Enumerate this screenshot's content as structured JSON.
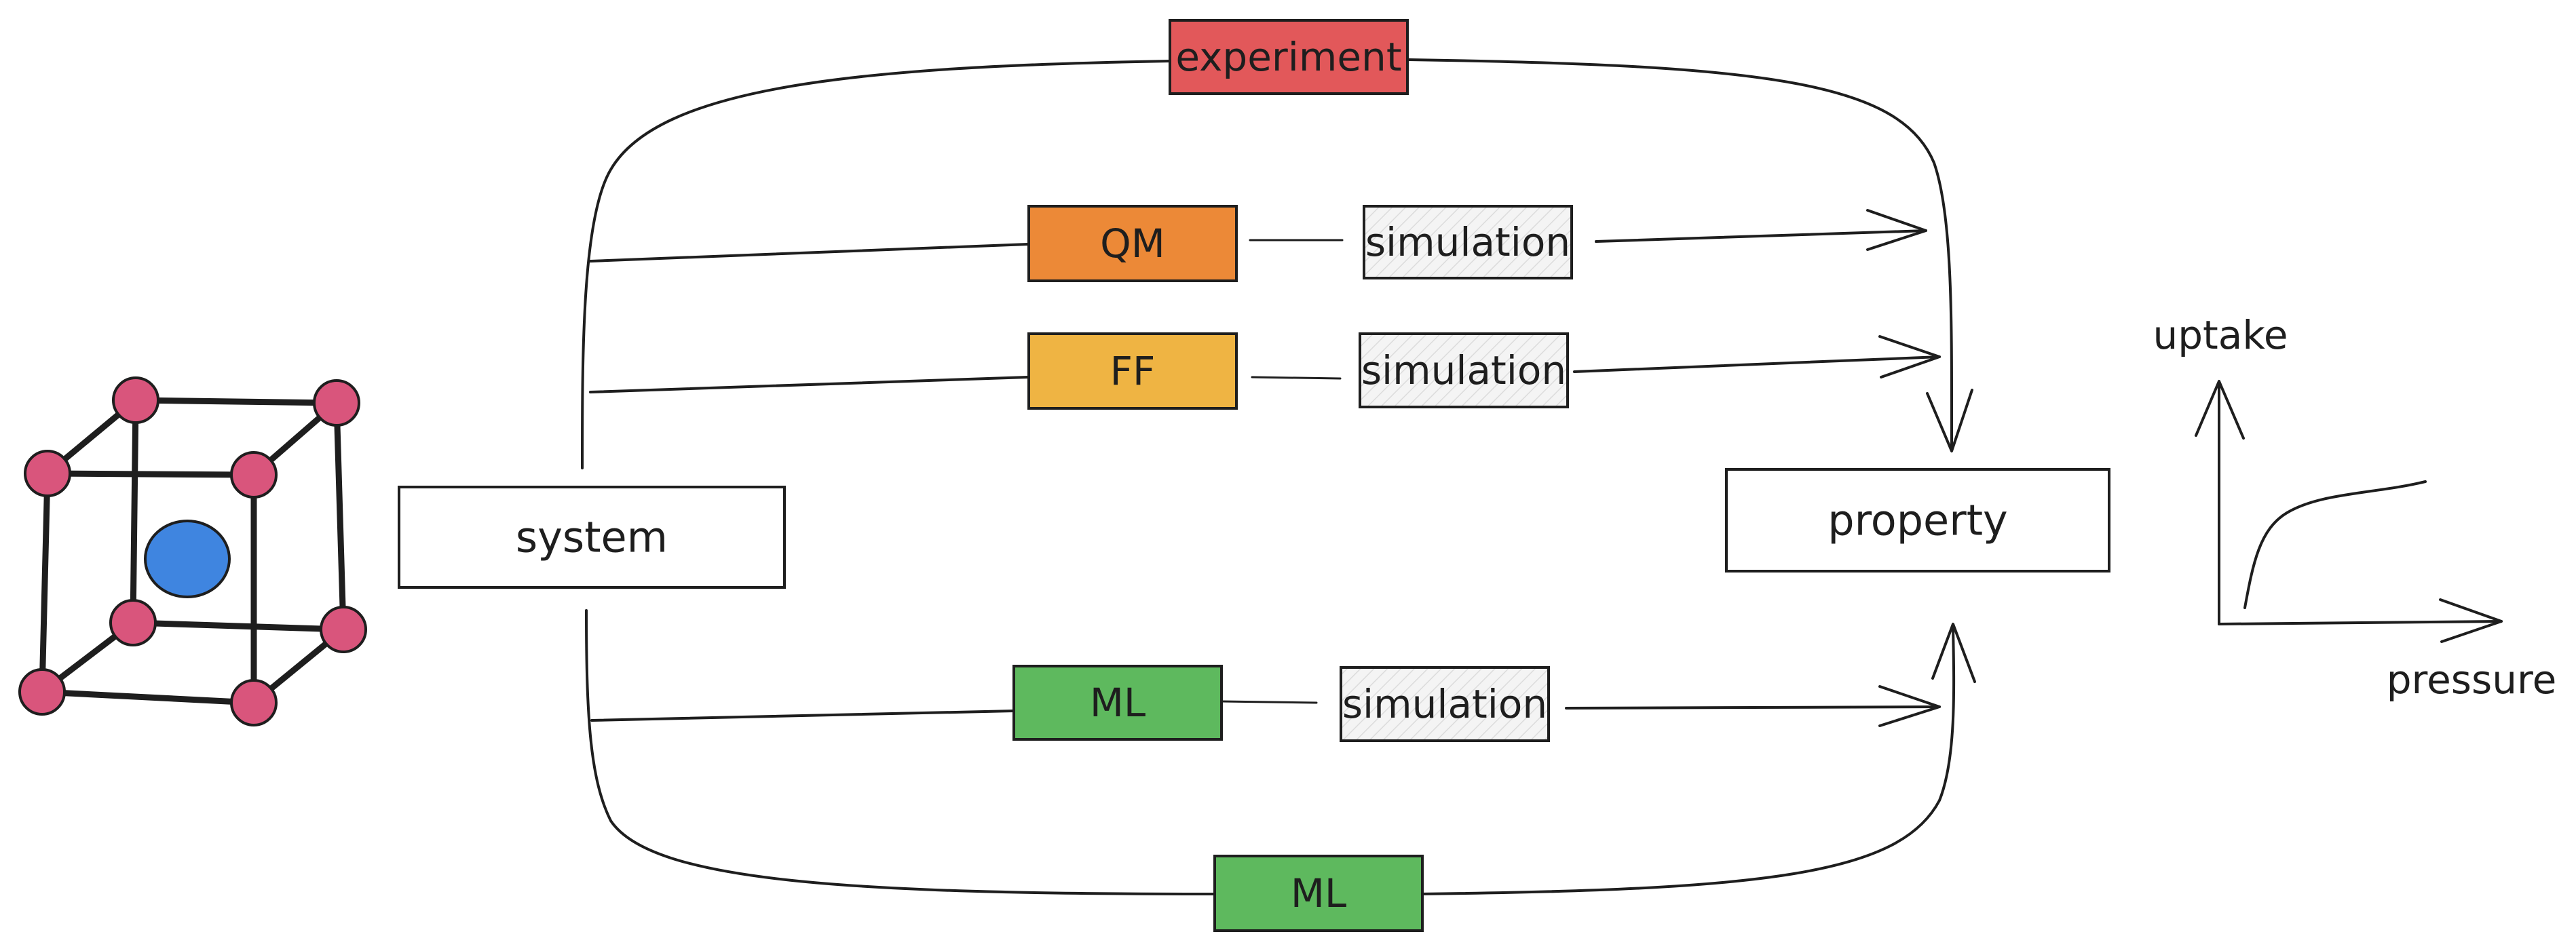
{
  "colors": {
    "experiment": "#e2585a",
    "qm": "#ec8937",
    "ff": "#efb443",
    "ml": "#5eb95e",
    "atom_corner": "#d9557c",
    "atom_center": "#3f85e0",
    "simulation_fill": "#f3f3f3",
    "stroke": "#1e1e1e"
  },
  "diagram": {
    "system_label": "system",
    "property_label": "property",
    "experiment_label": "experiment",
    "paths": [
      {
        "method_label": "QM",
        "simulation_label": "simulation"
      },
      {
        "method_label": "FF",
        "simulation_label": "simulation"
      },
      {
        "method_label": "ML",
        "simulation_label": "simulation"
      }
    ],
    "direct_ml_label": "ML"
  },
  "plot": {
    "y_label": "uptake",
    "x_label": "pressure"
  },
  "icons": [
    "crystal-cell-icon",
    "uptake-plot-icon"
  ]
}
